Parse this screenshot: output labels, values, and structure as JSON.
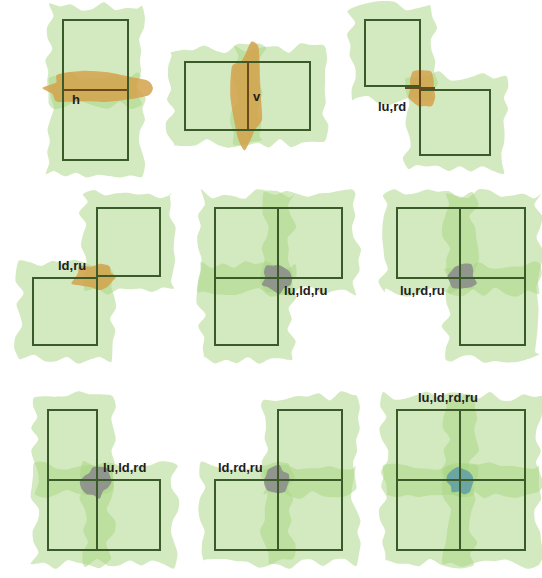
{
  "diagram": {
    "labels": [
      "h",
      "v",
      "lu,rd",
      "ld,ru",
      "lu,ld,ru",
      "lu,rd,ru",
      "lu,ld,rd",
      "ld,rd,ru",
      "lu,ld,rd,ru"
    ]
  }
}
